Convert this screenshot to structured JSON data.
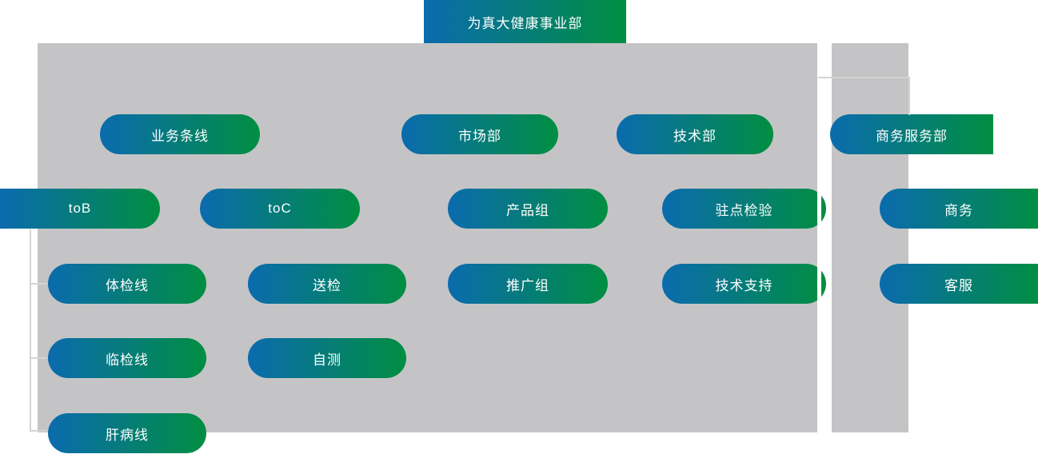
{
  "diagram": {
    "type": "org-chart",
    "root_label": "为真大健康事业部",
    "hierarchy": {
      "为真大健康事业部": [
        "业务条线",
        "市场部",
        "技术部",
        "商务服务部"
      ],
      "业务条线": [
        "toB",
        "toC"
      ],
      "toB": [
        "体检线",
        "临检线",
        "肝病线"
      ],
      "toC": [
        "送检",
        "自测"
      ],
      "市场部": [
        "产品组",
        "推广组"
      ],
      "技术部": [
        "驻点检验",
        "技术支持"
      ],
      "商务服务部": [
        "商务",
        "客服"
      ]
    }
  },
  "nodes": {
    "root": "为真大健康事业部",
    "business_lines": "业务条线",
    "marketing_dept": "市场部",
    "tech_dept": "技术部",
    "business_service_dept": "商务服务部",
    "tob": "toB",
    "toc": "toC",
    "product_group": "产品组",
    "onsite_inspection": "驻点检验",
    "business": "商务",
    "physical_exam_line": "体检线",
    "sample_send": "送检",
    "promotion_group": "推广组",
    "tech_support": "技术支持",
    "customer_service": "客服",
    "clinical_test_line": "临检线",
    "self_test": "自测",
    "liver_disease_line": "肝病线"
  },
  "colors": {
    "node_gradient_start": "#0b6bae",
    "node_gradient_end": "#008e41",
    "panel_gray": "#c4c4c6",
    "connector_line": "#d4d4d4",
    "node_text": "#ffffff",
    "background": "#ffffff"
  }
}
